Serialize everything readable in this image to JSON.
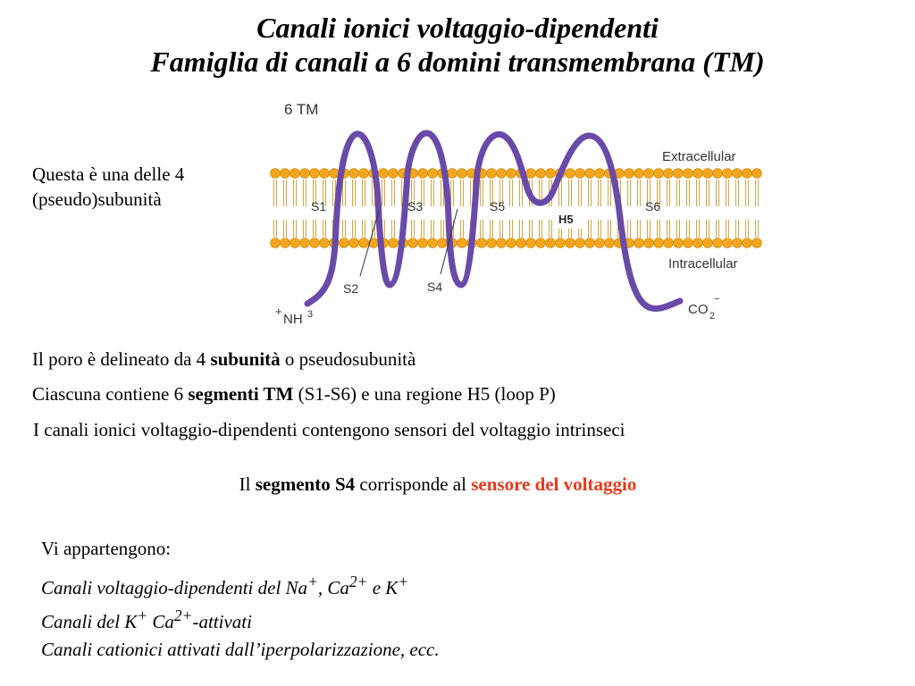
{
  "slide": {
    "title_line1": "Canali ionici voltaggio-dipendenti",
    "title_line2": "Famiglia di canali a 6 domini transmembrana (TM)",
    "side_note_line1": "Questa è una delle 4",
    "side_note_line2": "(pseudo)subunità"
  },
  "diagram": {
    "label_6tm": "6 TM",
    "label_extracellular": "Extracellular",
    "label_intracellular": "Intracellular",
    "segments": [
      "S1",
      "S2",
      "S3",
      "S4",
      "S5",
      "S6"
    ],
    "label_h5": "H5",
    "n_terminus": "NH",
    "n_plus": "+",
    "n_sub": "3",
    "c_terminus": "CO",
    "c_sub": "2",
    "c_minus": "−",
    "colors": {
      "protein": "#6a4aa8",
      "lipid_head": "#f2a51d",
      "lipid_tail": "#d9a441"
    }
  },
  "body": {
    "line1_pre": "Il poro è delineato da 4 ",
    "line1_bold": "subunità",
    "line1_post": " o pseudosubunità",
    "line2_pre": "Ciascuna contiene 6 ",
    "line2_bold": "segmenti TM",
    "line2_post": " (S1-S6) e una regione H5 (loop P)",
    "line3": "I canali ionici voltaggio-dipendenti contengono sensori del voltaggio intrinseci",
    "line4_pre": "Il ",
    "line4_bold": "segmento S4",
    "line4_mid": " corrisponde al ",
    "line4_red": "sensore del voltaggio"
  },
  "list": {
    "heading": "Vi appartengono:",
    "item1_a": "Canali voltaggio-dipendenti del Na",
    "item1_sup1": "+",
    "item1_b": ", Ca",
    "item1_sup2": "2+",
    "item1_c": " e K",
    "item1_sup3": "+",
    "item2_a": "Canali del K",
    "item2_sup1": "+",
    "item2_b": " Ca",
    "item2_sup2": "2+",
    "item2_c": "-attivati",
    "item3": "Canali cationici attivati dall’iperpolarizzazione, ecc."
  }
}
